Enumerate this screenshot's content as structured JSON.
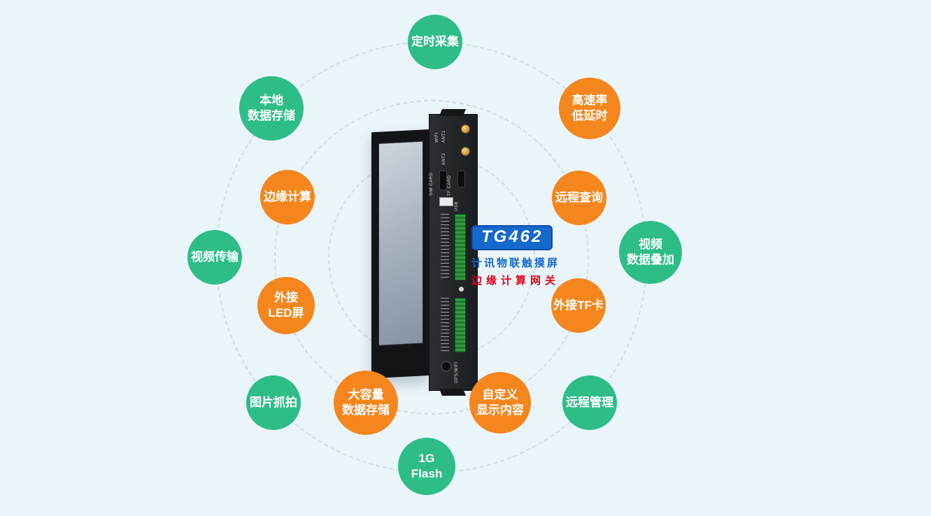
{
  "theme": {
    "background": "#eaf5fa",
    "bubble_green": "#2EBD87",
    "bubble_orange": "#F5861D",
    "ring_color": "#d3dce1",
    "brand_blue": "#1568cc",
    "brand_red": "#e60012"
  },
  "features": [
    {
      "label": "定时采集",
      "color": "green"
    },
    {
      "label": "本地\n数据存储",
      "color": "green"
    },
    {
      "label": "高速率\n低延时",
      "color": "orange"
    },
    {
      "label": "边缘计算",
      "color": "orange"
    },
    {
      "label": "远程查询",
      "color": "orange"
    },
    {
      "label": "视频传输",
      "color": "green"
    },
    {
      "label": "视频\n数据叠加",
      "color": "green"
    },
    {
      "label": "外接\nLED屏",
      "color": "orange"
    },
    {
      "label": "外接TF卡",
      "color": "orange"
    },
    {
      "label": "图片抓拍",
      "color": "green"
    },
    {
      "label": "大容量\n数据存储",
      "color": "orange"
    },
    {
      "label": "自定义\n显示内容",
      "color": "orange"
    },
    {
      "label": "远程管理",
      "color": "green"
    },
    {
      "label": "1G\nFlash",
      "color": "green"
    }
  ],
  "brand": {
    "model": "TG462",
    "line1": "计讯物联触摸屏",
    "line2": "边缘计算网关"
  },
  "device": {
    "ports": {
      "wifi": "WIFI",
      "ant1": "ANT1",
      "ant2": "ANT2",
      "sim": "SIM CARD",
      "tf": "TF CARD",
      "usb": "USB",
      "gps": "GPS/WIFI"
    }
  }
}
